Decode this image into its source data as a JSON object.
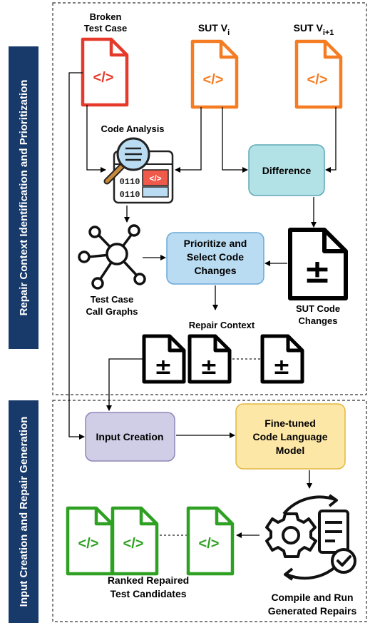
{
  "sections": {
    "top_label": "Repair Context Identification and Prioritization",
    "bottom_label": "Input Creation and Repair Generation"
  },
  "nodes": {
    "broken_test_case": {
      "line1": "Broken",
      "line2": "Test Case"
    },
    "sut_vi": {
      "main": "SUT V",
      "sub": "i"
    },
    "sut_vi1": {
      "main": "SUT V",
      "sub": "i+1"
    },
    "code_analysis": "Code Analysis",
    "difference": "Difference",
    "call_graphs": {
      "line1": "Test Case",
      "line2": "Call Graphs"
    },
    "prioritize": {
      "line1": "Prioritize and",
      "line2": "Select Code",
      "line3": "Changes"
    },
    "sut_code_changes": {
      "line1": "SUT Code",
      "line2": "Changes"
    },
    "repair_context": "Repair Context",
    "input_creation": "Input Creation",
    "model": {
      "line1": "Fine-tuned",
      "line2": "Code Language",
      "line3": "Model"
    },
    "ranked": {
      "line1": "Ranked Repaired",
      "line2": "Test Candidates"
    },
    "compile": {
      "line1": "Compile and Run",
      "line2": "Generated Repairs"
    }
  },
  "icons": {
    "code_symbol": "</>",
    "diff_symbol": "±",
    "binary_top": "0110",
    "binary_bottom": "0110"
  },
  "colors": {
    "red": "#e53a2b",
    "orange": "#f57c22",
    "green": "#2ea022",
    "teal_fill": "#b2e1e6",
    "teal_stroke": "#5ea9b6",
    "blue_fill": "#b9dcf3",
    "blue_stroke": "#6aa8d6",
    "purple_fill": "#d0cde6",
    "purple_stroke": "#8f88b8",
    "yellow_fill": "#fde7a6",
    "yellow_stroke": "#e2b845",
    "navy": "#173a6b"
  }
}
